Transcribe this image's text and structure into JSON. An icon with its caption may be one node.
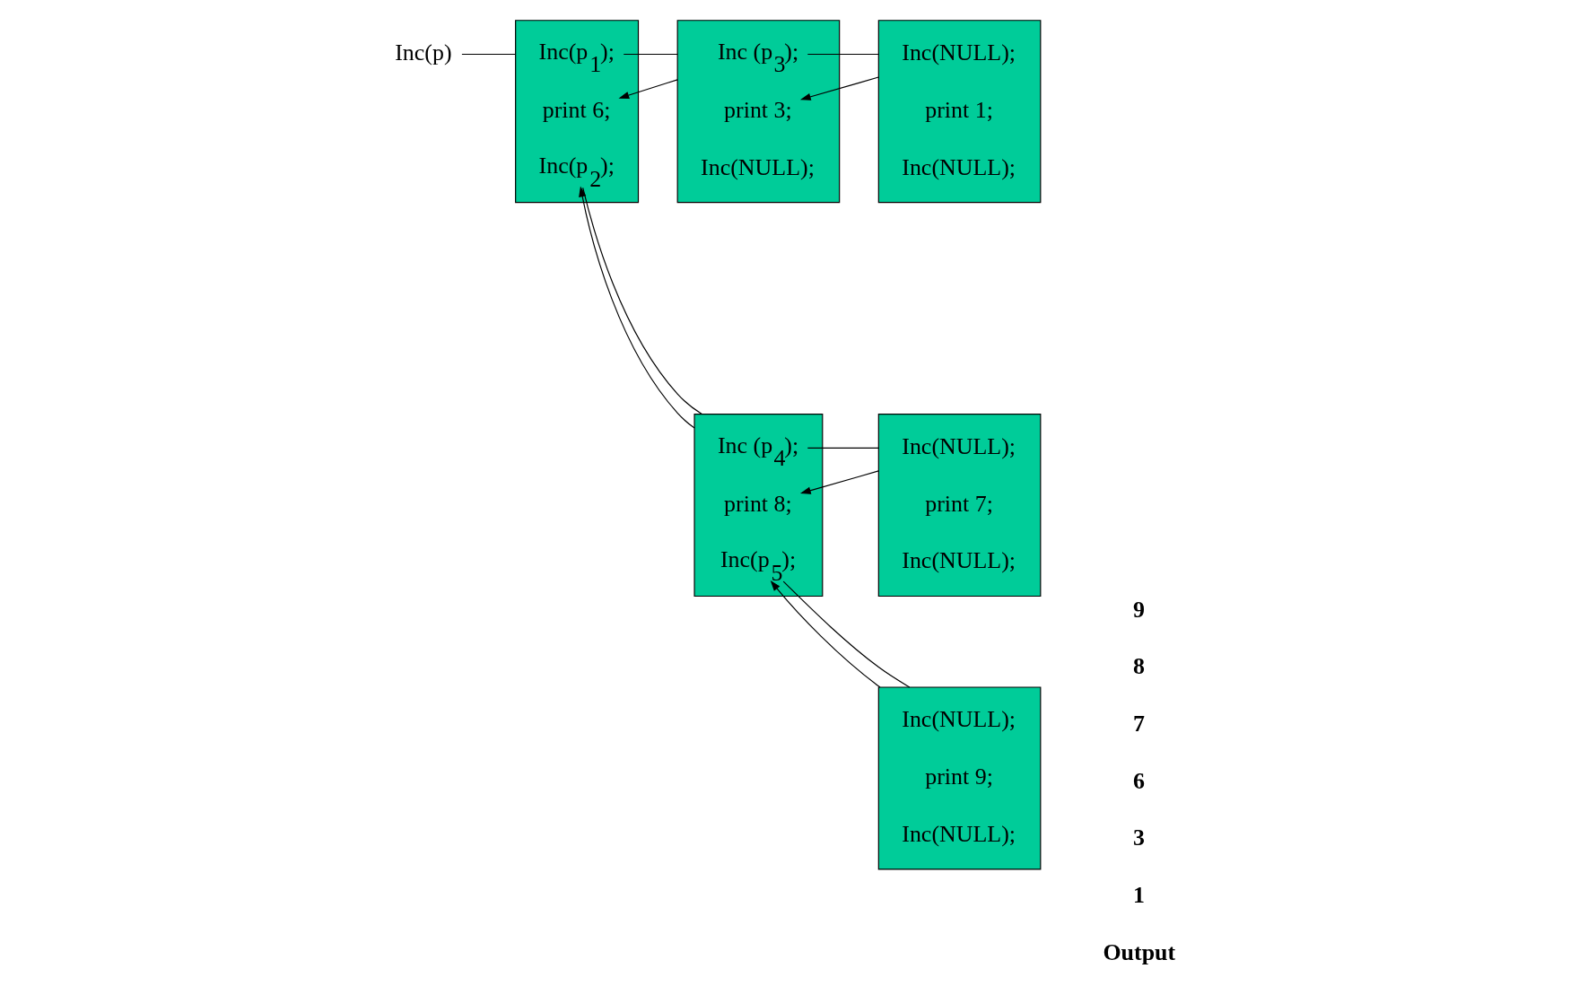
{
  "diagram": {
    "nodes": [
      {
        "text": [
          "Inc(p)"
        ]
      },
      {
        "text": [],
        "shape": "box"
      },
      {
        "text": [
          "Inc(p$_{1}$);"
        ],
        "in": 1
      },
      {
        "text": [
          "print 6;"
        ],
        "in": 1
      },
      {
        "text": [
          "Inc(p$_{2}$);"
        ],
        "in": 1
      },
      {
        "text": [],
        "shape": "box"
      },
      {
        "text": [
          "Inc (p$_{3}$);"
        ],
        "in": 5
      },
      {
        "text": [
          "print 3;"
        ],
        "in": 5
      },
      {
        "text": [
          "Inc(NULL);"
        ],
        "in": 5
      },
      {
        "text": [],
        "shape": "box"
      },
      {
        "text": [
          "Inc(NULL);"
        ],
        "in": 9
      },
      {
        "text": [
          "print 1;"
        ],
        "in": 9
      },
      {
        "text": [
          "Inc(NULL);"
        ],
        "in": 9
      },
      {
        "text": [],
        "shape": "box"
      },
      {
        "text": [
          "Inc (p$_{4}$);"
        ],
        "in": 13
      },
      {
        "text": [
          "print 8;"
        ],
        "in": 13
      },
      {
        "text": [
          "Inc(p$_{5}$);"
        ],
        "in": 13
      },
      {
        "text": [],
        "shape": "box"
      },
      {
        "text": [
          "Inc(NULL);"
        ],
        "in": 17
      },
      {
        "text": [
          "print 7;"
        ],
        "in": 17
      },
      {
        "text": [
          "Inc(NULL);"
        ],
        "in": 17
      },
      {
        "text": [],
        "shape": "box"
      },
      {
        "text": [
          "Inc(NULL);"
        ],
        "in": 21
      },
      {
        "text": [
          "print 9;"
        ],
        "in": 21
      },
      {
        "text": [
          "Inc(NULL);"
        ],
        "in": 21
      }
    ],
    "edges": [
      {
        "from": 0,
        "to": 1,
        "arrow": "none"
      },
      {
        "from": 2,
        "to": 5,
        "arrow": "none"
      },
      {
        "from": 6,
        "to": 9,
        "arrow": "none"
      },
      {
        "from": 9,
        "to": 7,
        "arrow": "to"
      },
      {
        "from": 5,
        "to": 3,
        "arrow": "to"
      },
      {
        "from": 4,
        "to": 13,
        "arrow": "none"
      },
      {
        "from": 14,
        "to": 17,
        "arrow": "none"
      },
      {
        "from": 17,
        "to": 15,
        "arrow": "to"
      },
      {
        "from": 16,
        "to": 21,
        "arrow": "none"
      },
      {
        "from": 21,
        "to": 16,
        "arrow": "to"
      },
      {
        "from": 13,
        "to": 4,
        "arrow": "to"
      }
    ],
    "labels": [
      "Output",
      "1",
      "3",
      "6",
      "7",
      "8",
      "9"
    ]
  }
}
